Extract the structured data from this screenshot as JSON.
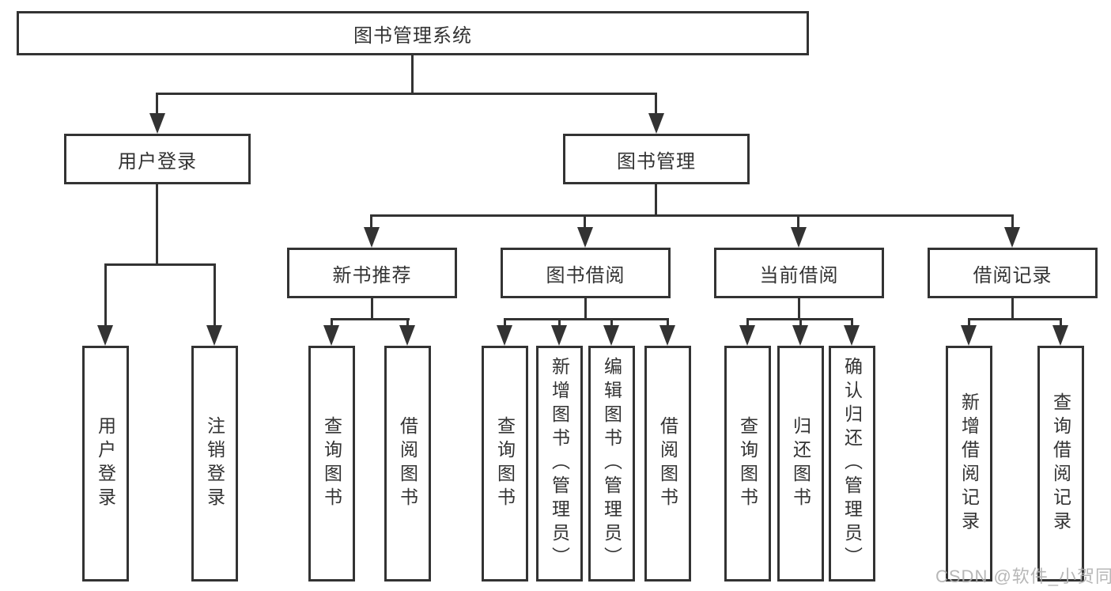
{
  "colors": {
    "line": "#333333",
    "border": "#333333",
    "text": "#333333",
    "watermark": "#b0b0b0",
    "background": "#ffffff"
  },
  "tree": {
    "label": "图书管理系统",
    "children": [
      {
        "label": "用户登录",
        "children": [
          {
            "label": "用户登录"
          },
          {
            "label": "注销登录"
          }
        ]
      },
      {
        "label": "图书管理",
        "children": [
          {
            "label": "新书推荐",
            "children": [
              {
                "label": "查询图书"
              },
              {
                "label": "借阅图书"
              }
            ]
          },
          {
            "label": "图书借阅",
            "children": [
              {
                "label": "查询图书"
              },
              {
                "label": "新增图书（管理员）"
              },
              {
                "label": "编辑图书（管理员）"
              },
              {
                "label": "借阅图书"
              }
            ]
          },
          {
            "label": "当前借阅",
            "children": [
              {
                "label": "查询图书"
              },
              {
                "label": "归还图书"
              },
              {
                "label": "确认归还（管理员）"
              }
            ]
          },
          {
            "label": "借阅记录",
            "children": [
              {
                "label": "新增借阅记录"
              },
              {
                "label": "查询借阅记录"
              }
            ]
          }
        ]
      }
    ]
  },
  "watermark": {
    "text": "CSDN @软件_小贺同学"
  }
}
